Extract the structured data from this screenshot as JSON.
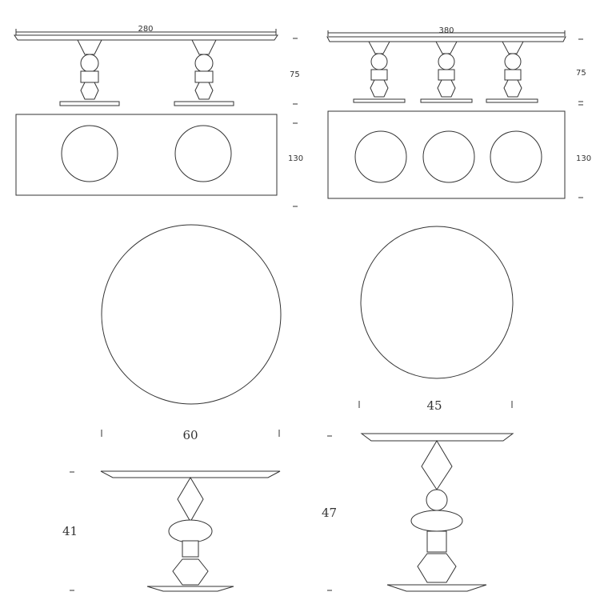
{
  "drawings": {
    "table_280": {
      "length_label": "280",
      "height_label": "75",
      "depth_label": "130"
    },
    "table_380": {
      "length_label": "380",
      "height_label": "75",
      "depth_label": "130"
    },
    "side_table_60": {
      "diameter_label": "60",
      "height_label": "41"
    },
    "side_table_45": {
      "diameter_label": "45",
      "height_label": "47"
    }
  },
  "colors": {
    "line": "#333333",
    "background": "#ffffff"
  }
}
